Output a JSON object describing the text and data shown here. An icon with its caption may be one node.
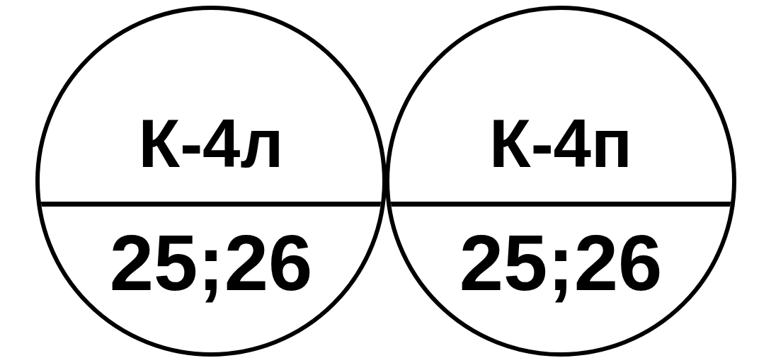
{
  "diagram": {
    "nodes": [
      {
        "text": [
          "К-4л",
          "25;26"
        ]
      },
      {
        "text": [
          "К-4п",
          "25;26"
        ]
      }
    ]
  }
}
